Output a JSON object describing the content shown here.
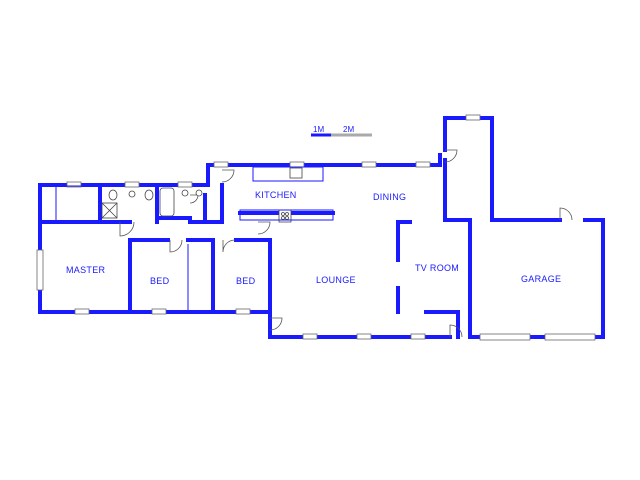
{
  "scale": {
    "label_1": "1M",
    "label_2": "2M"
  },
  "rooms": {
    "master": "MASTER",
    "bed_1": "BED",
    "bed_2": "BED",
    "kitchen": "KITCHEN",
    "dining": "DINING",
    "lounge": "LOUNGE",
    "tv_room": "TV ROOM",
    "garage": "GARAGE"
  },
  "colors": {
    "wall": "#1a1aff",
    "background": "#ffffff",
    "fixture": "#444444"
  }
}
